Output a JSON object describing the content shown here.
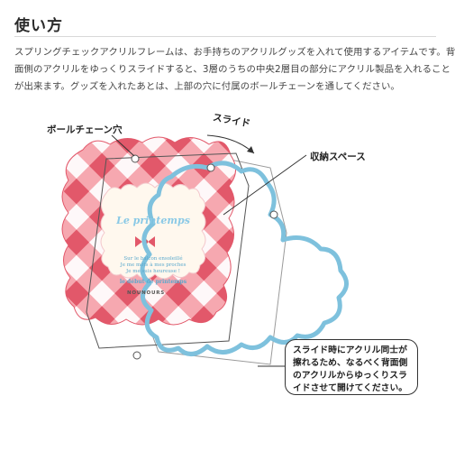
{
  "heading": "使い方",
  "description_lines": [
    "スプリングチェックアクリルフレームは、お手持ちのアクリルグッズを入れて使用するアイテムです。背",
    "面側のアクリルをゆっくりスライドすると、3層のうちの中央2層目の部分にアクリル製品を入れること",
    "が出来ます。グッズを入れたあとは、上部の穴に付属のボールチェーンを通してください。"
  ],
  "callouts": {
    "chain_hole": "ボールチェーン穴",
    "slide": "スライド",
    "storage": "収納スペース"
  },
  "note_lines": [
    "スライド時にアクリル同士が",
    "擦れるため、なるべく背面側",
    "のアクリルからゆっくりスラ",
    "イドさせて開けてください。"
  ],
  "card": {
    "title": "Le printemps",
    "lines": [
      "Sur le balcon ensoleillé",
      "Je me mets à mes proches",
      "Je me suis heureuse !"
    ],
    "subtitle": "le début de printemps",
    "brand": "NOUNOURS"
  },
  "colors": {
    "check_light": "#f7a6ae",
    "check_dark": "#e2586a",
    "check_bg": "#fbd0d4",
    "frame_outline": "#7ec1dd",
    "accent_blue": "#8ac9e6",
    "ribbon": "#e2586a"
  }
}
